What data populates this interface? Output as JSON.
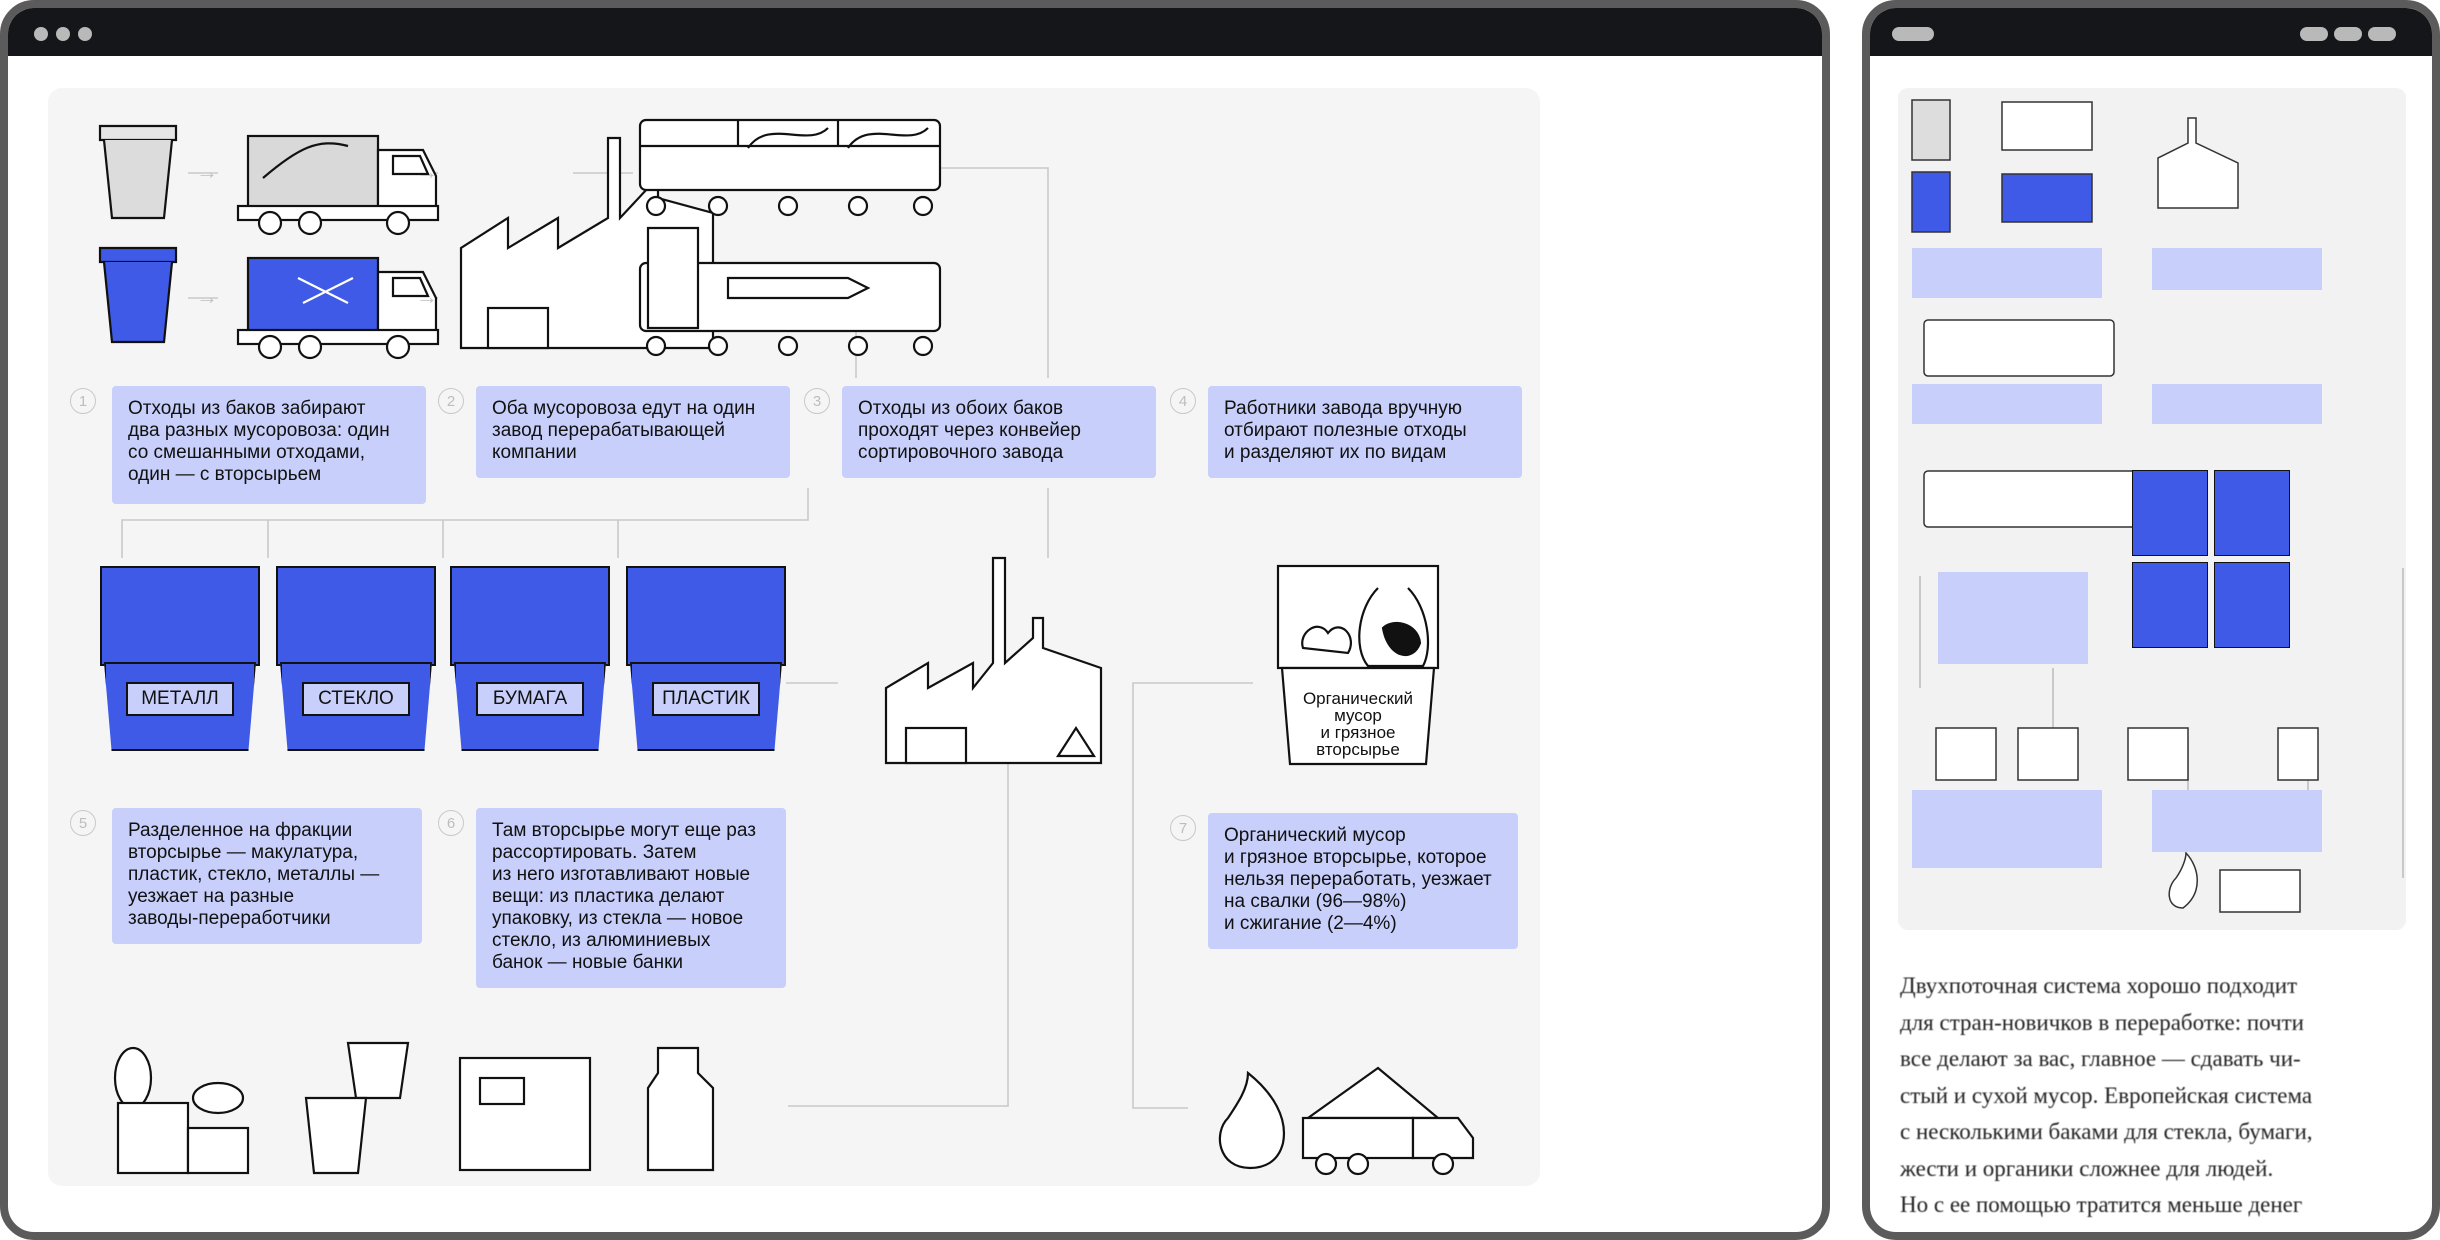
{
  "diagram": {
    "steps": [
      {
        "num": "1",
        "text": "Отходы из баков забирают\nдва разных мусоровоза: один\nсо смешанными отходами,\nодин — с вторсырьем"
      },
      {
        "num": "2",
        "text": "Оба мусоровоза едут на один\nзавод перерабатывающей\nкомпании"
      },
      {
        "num": "3",
        "text": "Отходы из обоих баков\nпроходят через конвейер\nсортировочного завода"
      },
      {
        "num": "4",
        "text": "Работники завода вручную\nотбирают полезные отходы\nи разделяют их по видам"
      },
      {
        "num": "5",
        "text": "Разделенное на фракции\nвторсырье — макулатура,\nпластик, стекло, металлы —\nуезжает на разные\nзаводы-переработчики"
      },
      {
        "num": "6",
        "text": "Там вторсырье могут еще раз\nрассортировать. Затем\nиз него изготавливают новые\nвещи: из пластика делают\nупаковку, из стекла — новое\nстекло, из алюминиевых\nбанок — новые банки"
      },
      {
        "num": "7",
        "text": "Органический мусор\nи грязное вторсырье, которое\nнельзя переработать, уезжает\nна свалки (96—98%)\nи сжигание (2—4%)"
      }
    ],
    "bins": [
      {
        "label": "МЕТАЛЛ"
      },
      {
        "label": "СТЕКЛО"
      },
      {
        "label": "БУМАГА"
      },
      {
        "label": "ПЛАСТИК"
      }
    ],
    "organic_label": "Органический\nмусор\nи грязное\nвторсырье"
  },
  "mobile": {
    "article_lines": [
      "Двухпоточная система хорошо подходит",
      "для стран-новичков в переработке: почти",
      "все делают за вас, главное — сдавать чи-",
      "стый и сухой мусор. Европейская система",
      "с несколькими баками для стекла, бумаги,",
      "жести и органики сложнее для людей.",
      "Но с ее помощью тратится меньше денег"
    ]
  },
  "colors": {
    "accent_blue": "#3e5ae6",
    "callout_lavender": "#c7cffa",
    "titlebar": "#15161a",
    "panel": "#f5f5f5",
    "frame": "#5b5b5b"
  }
}
